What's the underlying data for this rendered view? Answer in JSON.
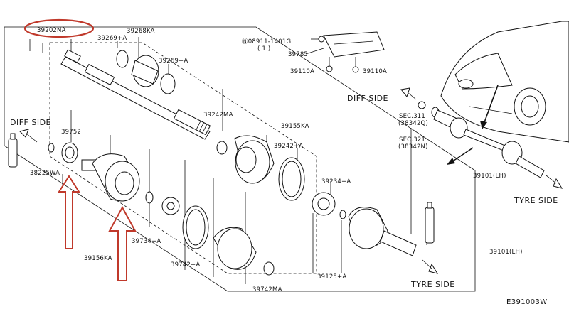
{
  "callouts": {
    "p39202NA": "39202NA",
    "p39269A_top": "39269+A",
    "p39268KA": "39268KA",
    "p39269A_right": "39269+A",
    "p08911": "Ⓝ08911-1401G",
    "p08911_qty": "( 1 )",
    "p39785": "39785",
    "p39110A_left": "39110A",
    "p39110A_right": "39110A",
    "p39242MA": "39242MA",
    "p39155KA": "39155KA",
    "p39242A": "39242+A",
    "p39752": "39752",
    "p38225WA": "38225WA",
    "p39234A": "39234+A",
    "p39734A": "39734+A",
    "p39742A": "39742+A",
    "p39742MA": "39742MA",
    "p39156KA": "39156KA",
    "p39125A": "39125+A",
    "p39101LH_main": "39101(LH)",
    "p39101LH_car": "39101(LH)",
    "sec311": "SEC.311",
    "sec311_ref": "(38342Q)",
    "sec321": "SEC.321",
    "sec321_ref": "(38342N)"
  },
  "directions": {
    "diff_side_left": "DIFF SIDE",
    "diff_side_right": "DIFF SIDE",
    "tyre_side_bottom": "TYRE SIDE",
    "tyre_side_right": "TYRE SIDE"
  },
  "diagram_code": "E391003W",
  "annotation": {
    "highlight_color": "#c0392b",
    "arrow_count": 2
  }
}
